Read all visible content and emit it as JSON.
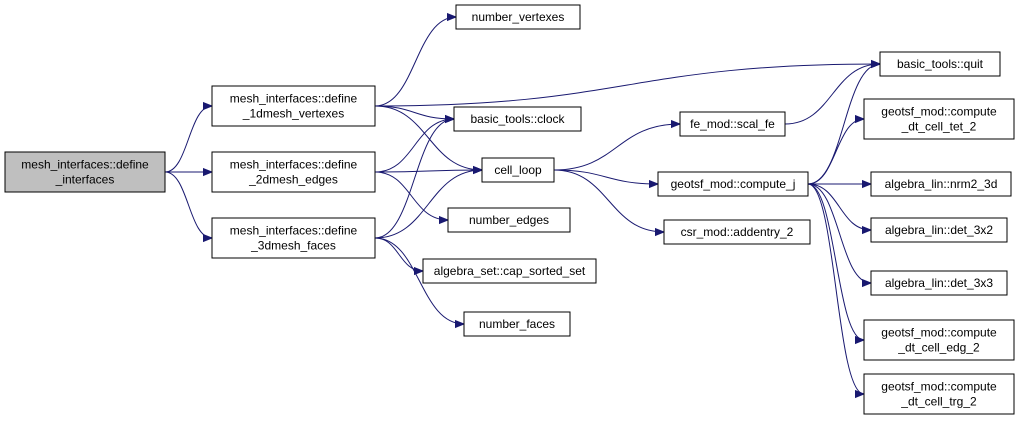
{
  "nodes": [
    {
      "id": "root",
      "lines": [
        "mesh_interfaces::define",
        "_interfaces"
      ],
      "root": true
    },
    {
      "id": "d1",
      "lines": [
        "mesh_interfaces::define",
        "_1dmesh_vertexes"
      ]
    },
    {
      "id": "d2",
      "lines": [
        "mesh_interfaces::define",
        "_2dmesh_edges"
      ]
    },
    {
      "id": "d3",
      "lines": [
        "mesh_interfaces::define",
        "_3dmesh_faces"
      ]
    },
    {
      "id": "nv",
      "lines": [
        "number_vertexes"
      ]
    },
    {
      "id": "clock",
      "lines": [
        "basic_tools::clock"
      ]
    },
    {
      "id": "cell",
      "lines": [
        "cell_loop"
      ]
    },
    {
      "id": "ne",
      "lines": [
        "number_edges"
      ]
    },
    {
      "id": "cap",
      "lines": [
        "algebra_set::cap_sorted_set"
      ]
    },
    {
      "id": "nf",
      "lines": [
        "number_faces"
      ]
    },
    {
      "id": "scal",
      "lines": [
        "fe_mod::scal_fe"
      ]
    },
    {
      "id": "cj",
      "lines": [
        "geotsf_mod::compute_j"
      ]
    },
    {
      "id": "csr",
      "lines": [
        "csr_mod::addentry_2"
      ]
    },
    {
      "id": "quit",
      "lines": [
        "basic_tools::quit"
      ]
    },
    {
      "id": "tet",
      "lines": [
        "geotsf_mod::compute",
        "_dt_cell_tet_2"
      ]
    },
    {
      "id": "nrm",
      "lines": [
        "algebra_lin::nrm2_3d"
      ]
    },
    {
      "id": "det2",
      "lines": [
        "algebra_lin::det_3x2"
      ]
    },
    {
      "id": "det3",
      "lines": [
        "algebra_lin::det_3x3"
      ]
    },
    {
      "id": "edg",
      "lines": [
        "geotsf_mod::compute",
        "_dt_cell_edg_2"
      ]
    },
    {
      "id": "trg",
      "lines": [
        "geotsf_mod::compute",
        "_dt_cell_trg_2"
      ]
    }
  ],
  "edges": [
    [
      "root",
      "d1"
    ],
    [
      "root",
      "d2"
    ],
    [
      "root",
      "d3"
    ],
    [
      "d1",
      "nv"
    ],
    [
      "d1",
      "quit"
    ],
    [
      "d1",
      "clock"
    ],
    [
      "d1",
      "cell"
    ],
    [
      "d2",
      "clock"
    ],
    [
      "d2",
      "cell"
    ],
    [
      "d2",
      "ne"
    ],
    [
      "d3",
      "clock"
    ],
    [
      "d3",
      "cell"
    ],
    [
      "d3",
      "cap"
    ],
    [
      "d3",
      "nf"
    ],
    [
      "cell",
      "scal"
    ],
    [
      "cell",
      "cj"
    ],
    [
      "cell",
      "csr"
    ],
    [
      "scal",
      "quit"
    ],
    [
      "cj",
      "quit"
    ],
    [
      "cj",
      "tet"
    ],
    [
      "cj",
      "nrm"
    ],
    [
      "cj",
      "det2"
    ],
    [
      "cj",
      "det3"
    ],
    [
      "cj",
      "edg"
    ],
    [
      "cj",
      "trg"
    ]
  ],
  "colors": {
    "edge": "#191970",
    "root_fill": "#bfbfbf",
    "node_fill": "#ffffff",
    "border": "#000000"
  }
}
